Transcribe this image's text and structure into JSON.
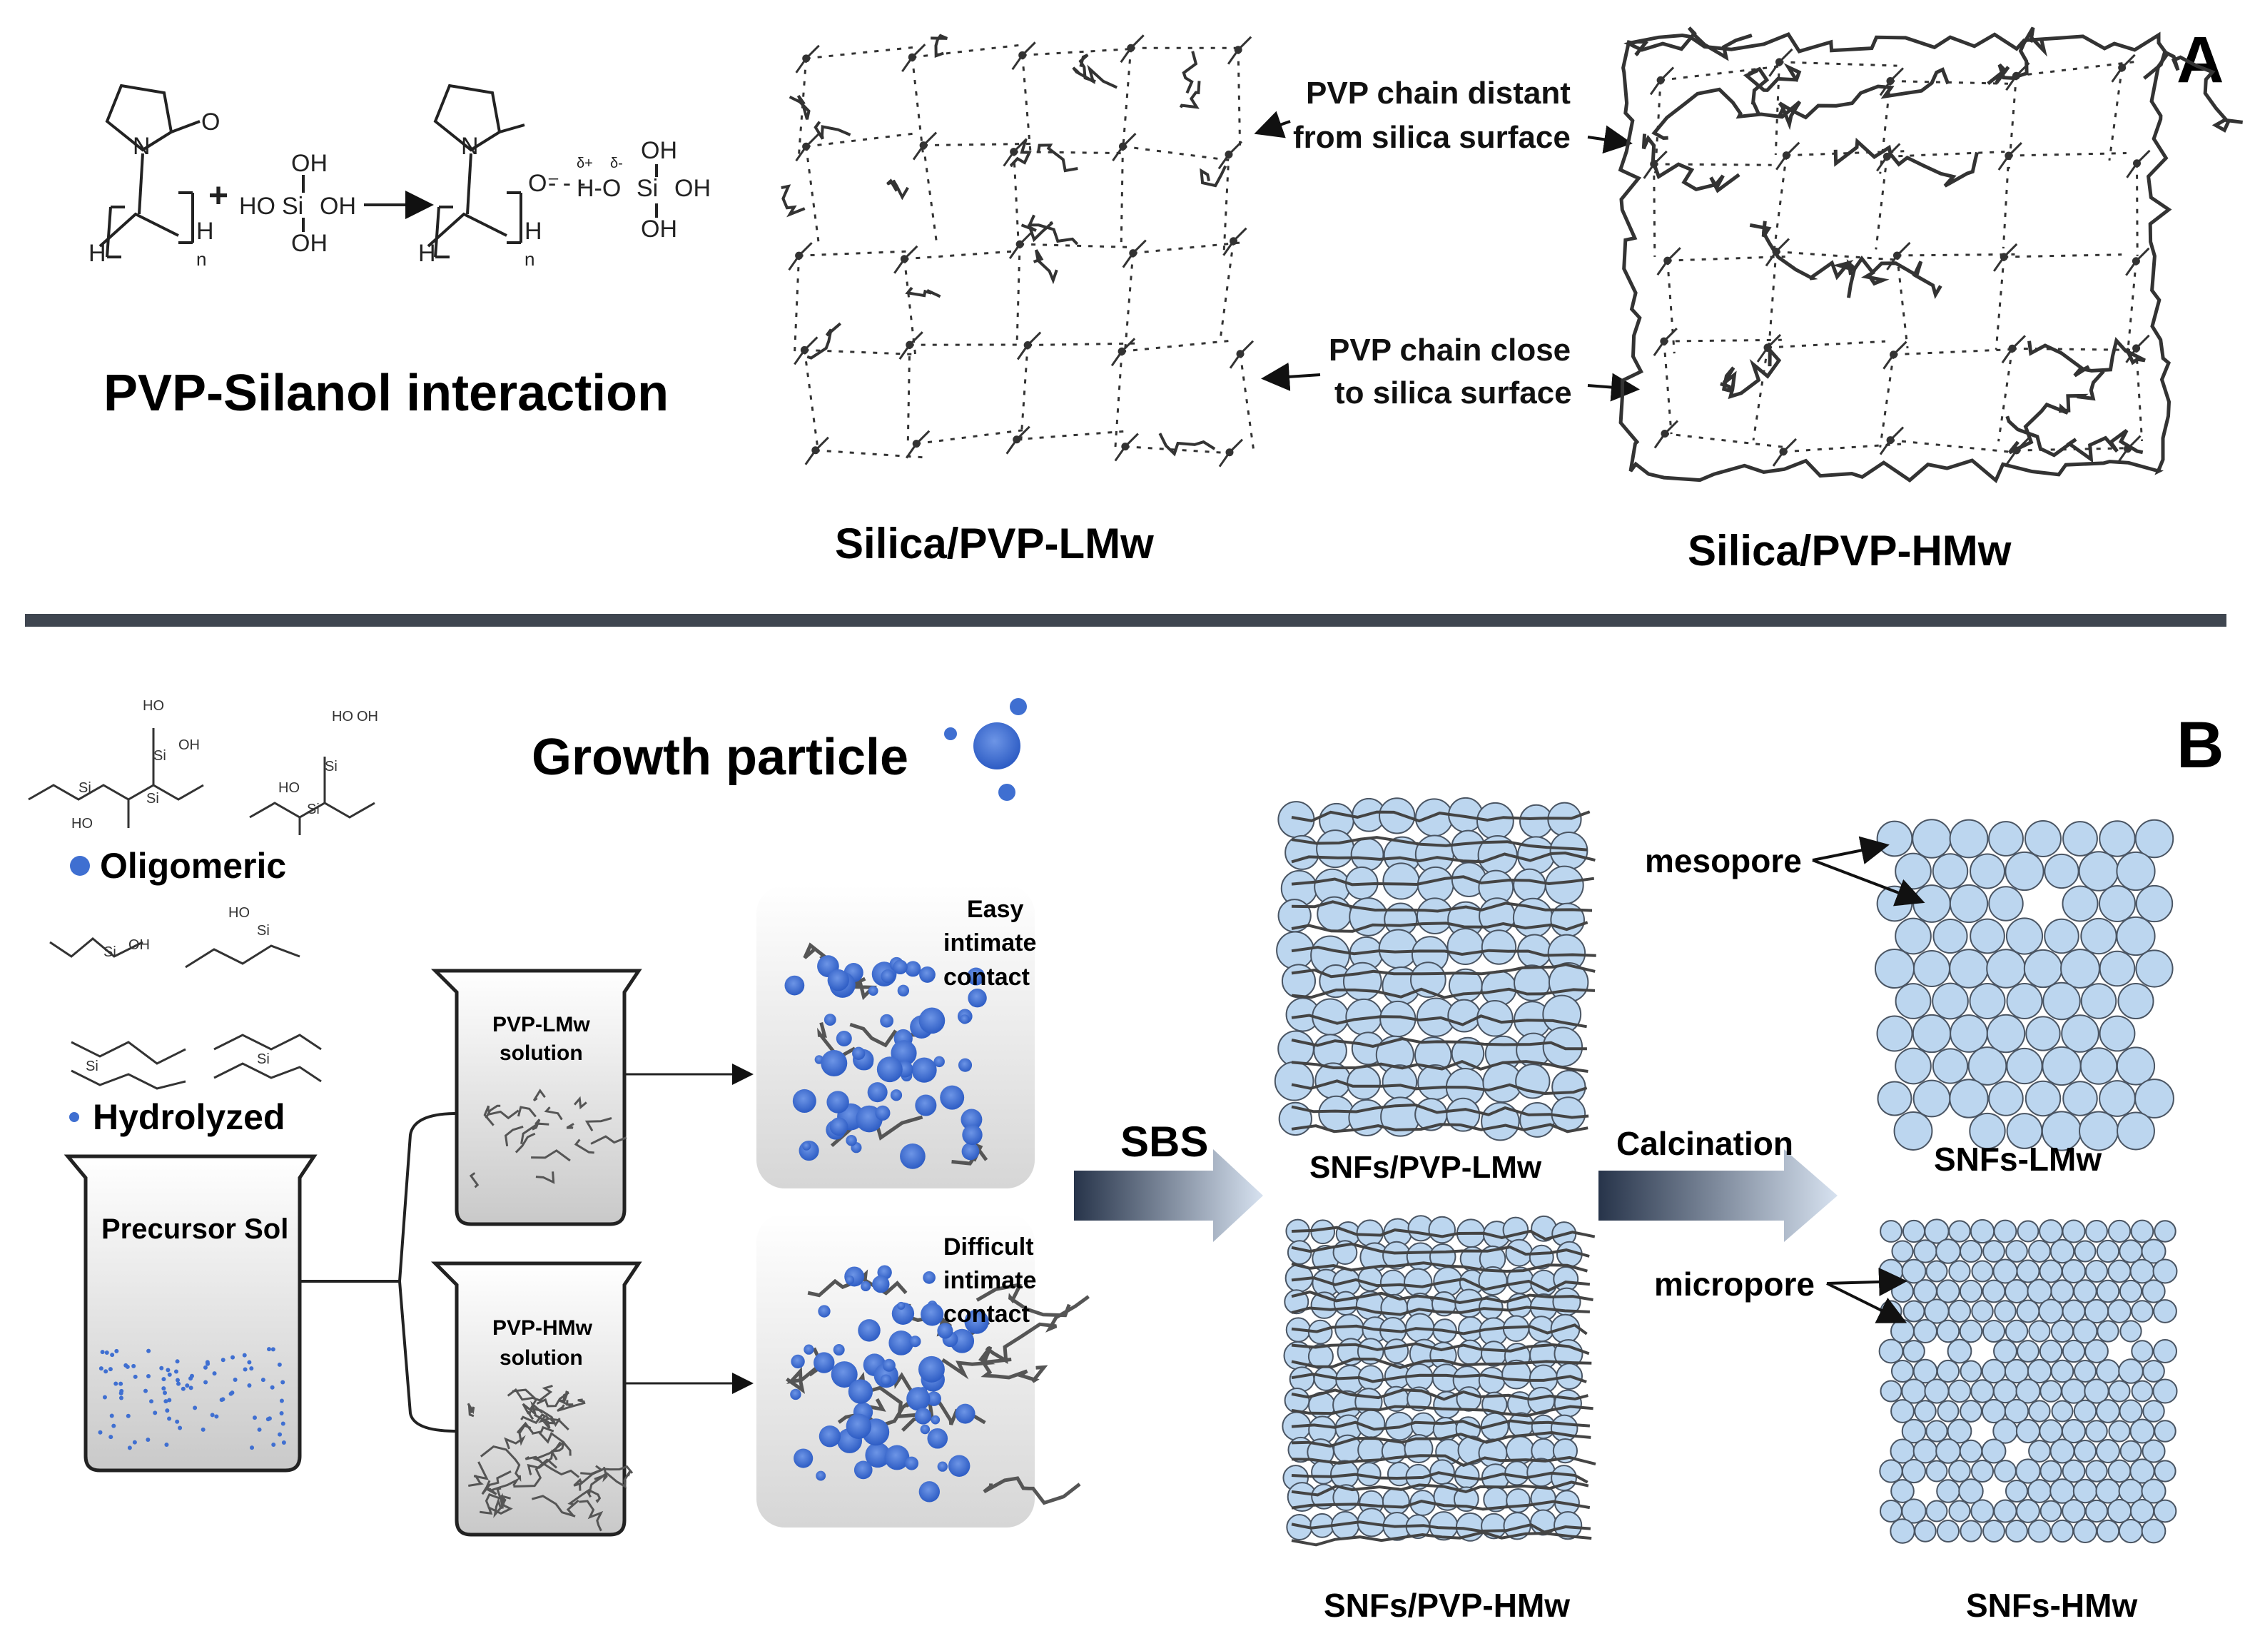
{
  "colors": {
    "divider": "#3f4650",
    "particle_dark": "#3f6fd1",
    "particle_light": "#bcd6ef",
    "particle_stroke": "#4a5563",
    "chain": "#404040",
    "arrow_start": "#27344a",
    "arrow_end": "#d7e2f0"
  },
  "panel_a": {
    "label": "A",
    "reaction_title": "PVP-Silanol interaction",
    "chem": {
      "plus": "+",
      "n": "N",
      "o": "O",
      "o_minus": "O⁻",
      "h": "H",
      "sub_n": "n",
      "si": "Si",
      "oh": "OH",
      "ho": "HO",
      "delta_plus": "δ+",
      "delta_minus": "δ-",
      "h_o": "H-O",
      "dots": "- - -"
    },
    "lmw_label": "Silica/PVP-LMw",
    "hmw_label": "Silica/PVP-HMw",
    "annotation_distant": [
      "PVP chain distant",
      "from silica surface"
    ],
    "annotation_close": [
      "PVP chain close",
      "to silica surface"
    ]
  },
  "panel_b": {
    "label": "B",
    "growth_particle": "Growth particle",
    "oligomeric": "Oligomeric",
    "hydrolyzed": "Hydrolyzed",
    "precursor_sol": "Precursor Sol",
    "lmw_solution": [
      "PVP-LMw",
      "solution"
    ],
    "hmw_solution": [
      "PVP-HMw",
      "solution"
    ],
    "easy_contact": [
      "Easy",
      "intimate",
      "contact"
    ],
    "difficult_contact": [
      "Difficult",
      "intimate",
      "contact"
    ],
    "sbs": "SBS",
    "calcination": "Calcination",
    "snfs_pvp_lmw": "SNFs/PVP-LMw",
    "snfs_pvp_hmw": "SNFs/PVP-HMw",
    "snfs_lmw": "SNFs-LMw",
    "snfs_hmw": "SNFs-HMw",
    "mesopore": "mesopore",
    "micropore": "micropore"
  }
}
